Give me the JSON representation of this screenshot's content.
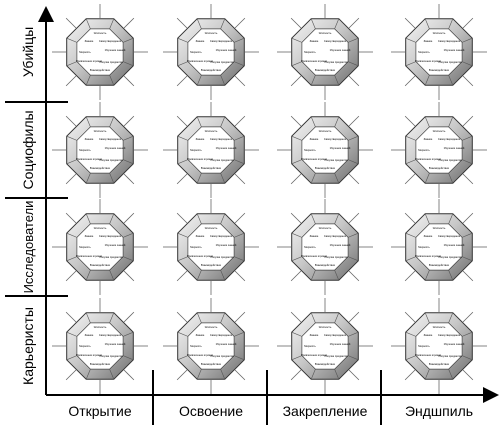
{
  "rows": [
    "Убийцы",
    "Социофилы",
    "Исследователи",
    "Карьеристы"
  ],
  "columns": [
    "Открытие",
    "Освоение",
    "Закрепление",
    "Эндшпиль"
  ],
  "octagon_labels": {
    "top": "Элитность",
    "upper_left": "Звание",
    "upper_right": "Самоутверждение",
    "left": "Мерзость",
    "right": "Изучение знаний",
    "lower_left": "Привлечение игроков",
    "lower_right": "Покупка предметов",
    "bottom": "Взаимодействие"
  },
  "colors": {
    "axis": "#000000",
    "fill_light": "#f2f2f2",
    "fill_dark": "#8c8c8c",
    "inner": "#ffffff"
  }
}
